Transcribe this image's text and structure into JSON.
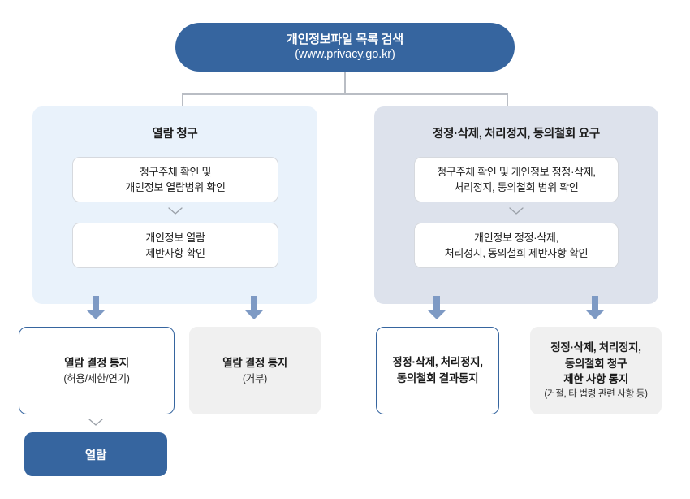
{
  "header": {
    "title": "개인정보파일 목록 검색",
    "subtitle": "(www.privacy.go.kr)"
  },
  "colors": {
    "brand_blue": "#36659f",
    "panel_left_bg": "#e9f2fb",
    "panel_right_bg": "#dde2ec",
    "arrow_blue": "#7e9ac4",
    "connector_gray": "#b9bdc4",
    "result_filled_bg": "#f0f0f0"
  },
  "panels": [
    {
      "id": "inspection-request",
      "title": "열람 청구",
      "steps": [
        {
          "line1": "청구주체 확인 및",
          "line2": "개인정보 열람범위 확인"
        },
        {
          "line1": "개인정보 열람",
          "line2": "제반사항 확인"
        }
      ]
    },
    {
      "id": "correction-deletion-request",
      "title": "정정·삭제, 처리정지, 동의철회 요구",
      "steps": [
        {
          "line1": "청구주체 확인 및 개인정보 정정·삭제,",
          "line2": "처리정지, 동의철회 범위 확인"
        },
        {
          "line1": "개인정보 정정·삭제,",
          "line2": "처리정지, 동의철회 제반사항 확인"
        }
      ]
    }
  ],
  "results": [
    {
      "id": "inspection-decision-allowed",
      "style": "outline",
      "main": "열람 결정 통지",
      "sub": "(허용/제한/연기)",
      "note": ""
    },
    {
      "id": "inspection-decision-refused",
      "style": "filled",
      "main": "열람 결정 통지",
      "sub": "(거부)",
      "note": ""
    },
    {
      "id": "correction-result-notice",
      "style": "outline",
      "main_line1": "정정·삭제, 처리정지,",
      "main_line2": "동의철회 결과통지",
      "note": ""
    },
    {
      "id": "correction-restriction-notice",
      "style": "filled",
      "main_line1": "정정·삭제, 처리정지,",
      "main_line2": "동의철회 청구",
      "main_line3": "제한 사항 통지",
      "note": "(거절, 타 법령 관련 사항 등)"
    }
  ],
  "final": {
    "label": "열람"
  }
}
